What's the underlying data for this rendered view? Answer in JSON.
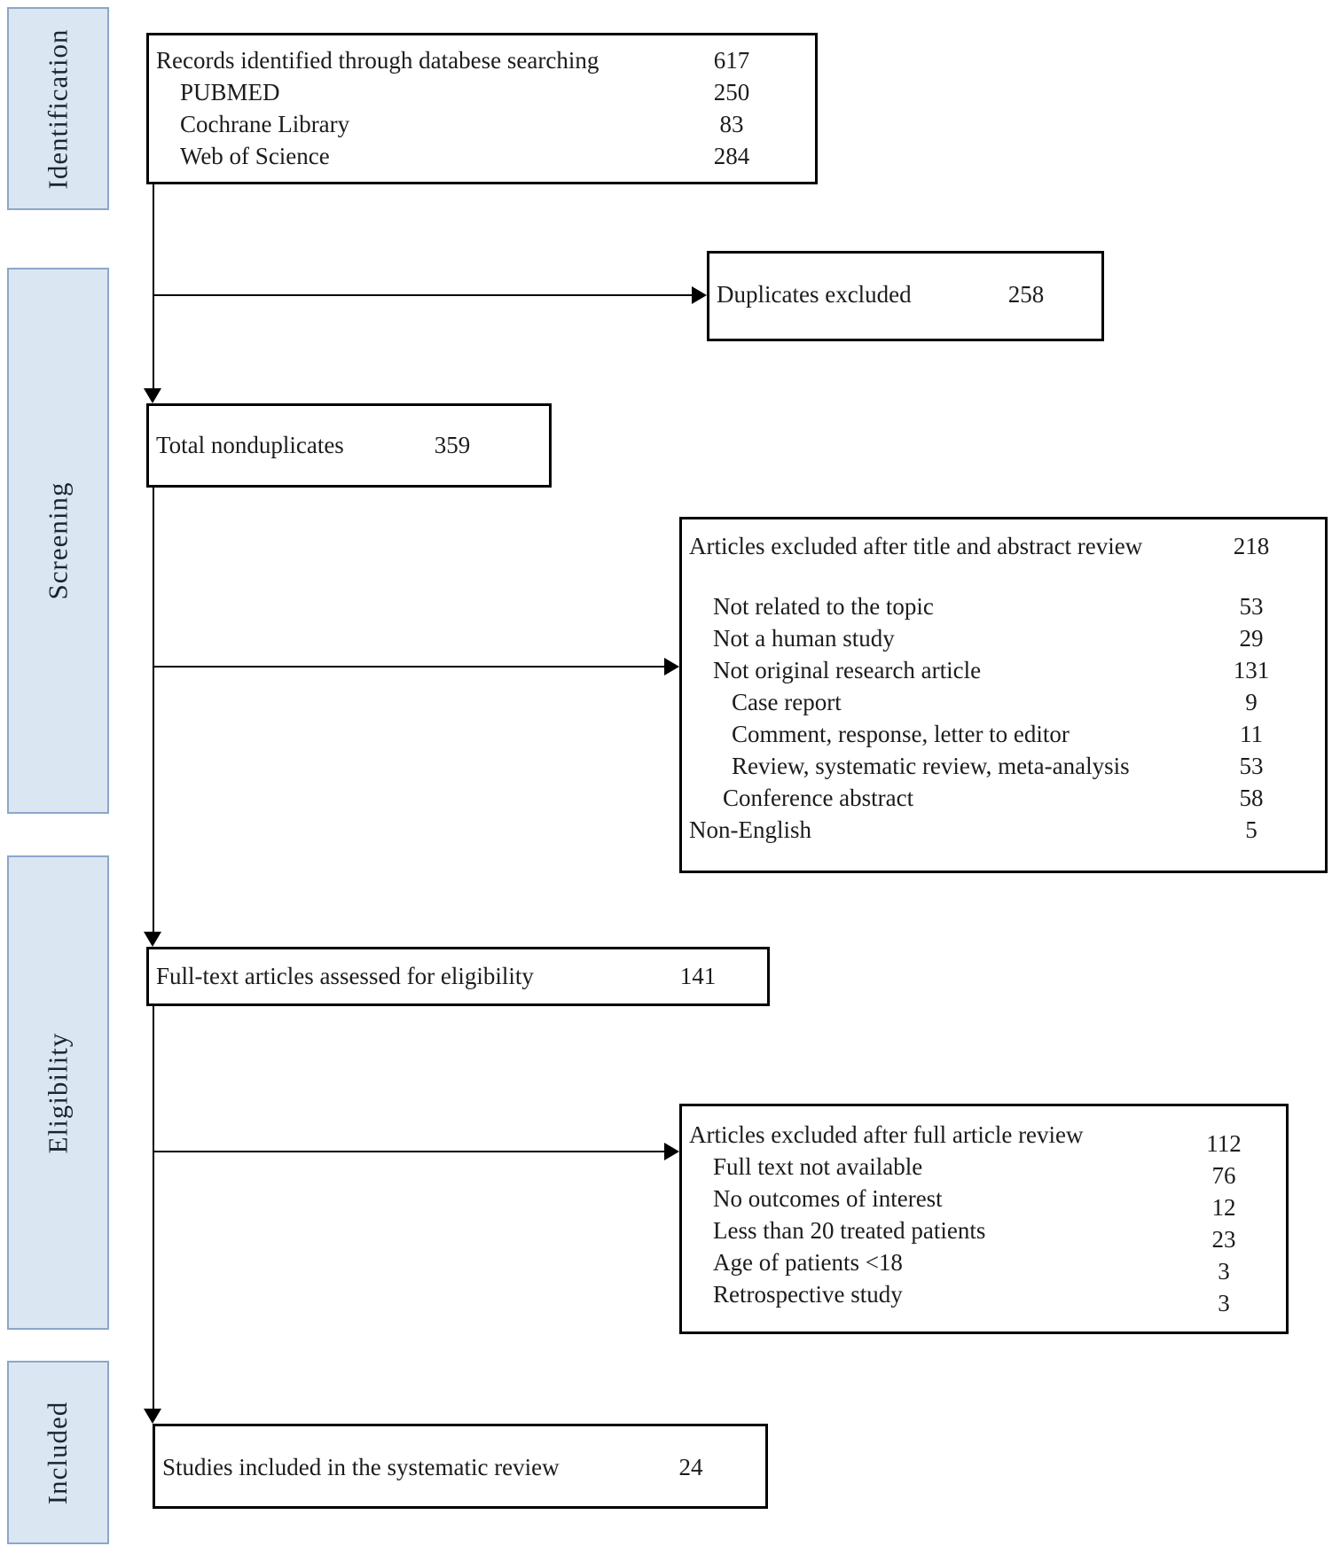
{
  "diagram_title": "PRISMA-style study selection flow diagram",
  "stages": [
    {
      "label": "Identification"
    },
    {
      "label": "Screening"
    },
    {
      "label": "Eligibility"
    },
    {
      "label": "Included"
    }
  ],
  "colors": {
    "stage_fill": "#dbe6f3",
    "stage_border": "#8aa7c9",
    "box_border": "#000000",
    "text": "#1c1c1c"
  },
  "boxes": {
    "records": {
      "rows": [
        {
          "label": "Records identified through databese searching",
          "value": "617"
        },
        {
          "label": "PUBMED",
          "value": "250"
        },
        {
          "label": "Cochrane Library",
          "value": "83"
        },
        {
          "label": "Web of Science",
          "value": "284"
        }
      ]
    },
    "duplicates": {
      "rows": [
        {
          "label": "Duplicates excluded",
          "value": "258"
        }
      ]
    },
    "nonduplicates": {
      "rows": [
        {
          "label": "Total nonduplicates",
          "value": "359"
        }
      ]
    },
    "title_abstract_excluded": {
      "rows": [
        {
          "label": "Articles excluded after title and abstract review",
          "value": "218"
        },
        {
          "label": "Not related to the topic",
          "value": "53"
        },
        {
          "label": "Not a human study",
          "value": "29"
        },
        {
          "label": "Not original research article",
          "value": "131"
        },
        {
          "label": "Case report",
          "value": "9"
        },
        {
          "label": "Comment, response, letter to editor",
          "value": "11"
        },
        {
          "label": "Review, systematic review, meta-analysis",
          "value": "53"
        },
        {
          "label": "Conference abstract",
          "value": "58"
        },
        {
          "label": "Non-English",
          "value": "5"
        }
      ]
    },
    "fulltext": {
      "rows": [
        {
          "label": "Full-text articles assessed for eligibility",
          "value": "141"
        }
      ]
    },
    "full_review_excluded": {
      "rows": [
        {
          "label": "Articles excluded after full article review",
          "value": "112"
        },
        {
          "label": "Full text not available",
          "value": "76"
        },
        {
          "label": "No outcomes of interest",
          "value": "12"
        },
        {
          "label": "Less than 20 treated patients",
          "value": "23"
        },
        {
          "label": "Age of patients <18",
          "value": "3"
        },
        {
          "label": "Retrospective study",
          "value": "3"
        }
      ]
    },
    "included_studies": {
      "rows": [
        {
          "label": "Studies included in the systematic review",
          "value": "24"
        }
      ]
    }
  }
}
